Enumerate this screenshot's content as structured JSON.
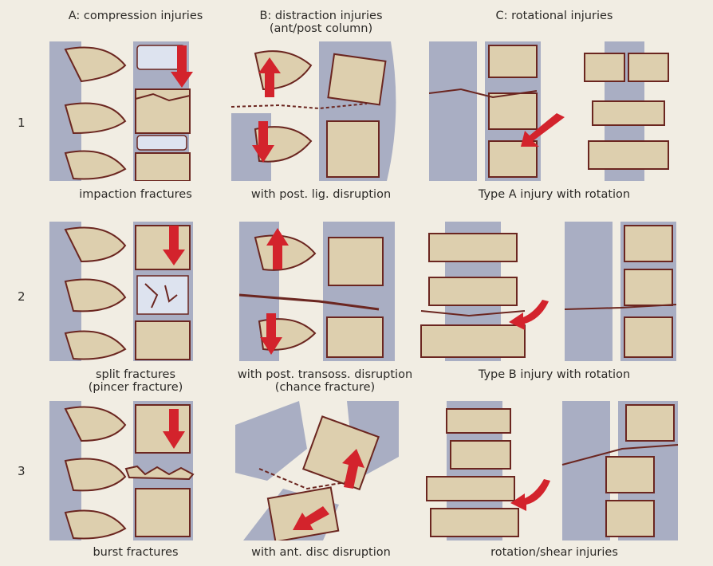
{
  "columns": [
    {
      "line1": "A: compression injuries",
      "line2": ""
    },
    {
      "line1": "B: distraction injuries",
      "line2": "(ant/post column)"
    },
    {
      "line1": "C: rotational injuries",
      "line2": ""
    }
  ],
  "rows": [
    "1",
    "2",
    "3"
  ],
  "captions": [
    [
      "impaction fractures",
      "with post. lig. disruption",
      "Type A injury with rotation"
    ],
    [
      [
        "split fractures",
        "(pincer fracture)"
      ],
      [
        "with post. transoss. disruption",
        "(chance fracture)"
      ],
      "Type B injury with rotation"
    ],
    [
      "burst fractures",
      "with ant. disc disruption",
      "rotation/shear injuries"
    ]
  ],
  "colors": {
    "bone": "#ddcfae",
    "bone_outline": "#6b2620",
    "ligament": "#a9aec3",
    "disc": "#dde3ef",
    "arrow": "#d3232c",
    "background": "#f1ede3"
  }
}
